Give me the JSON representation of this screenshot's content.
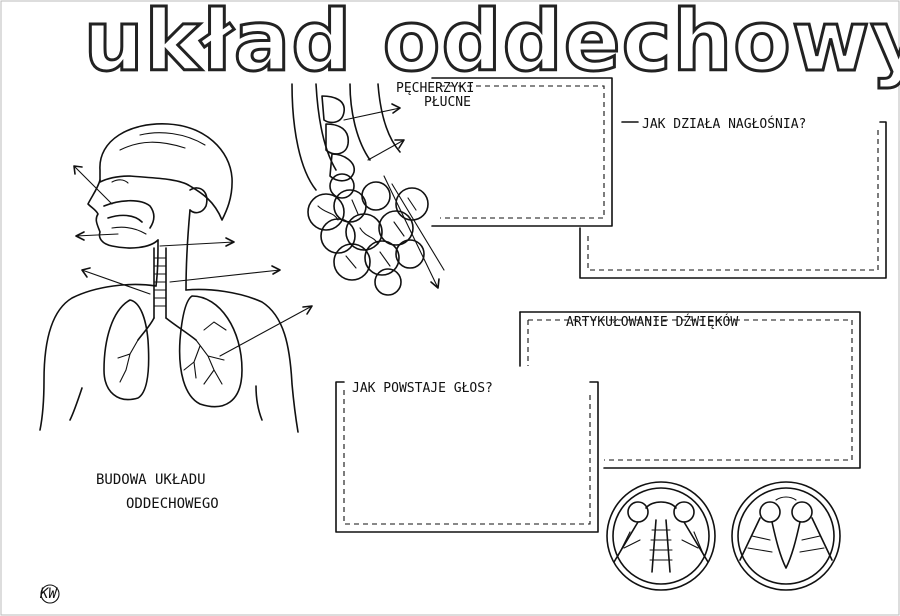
{
  "title": "układ oddechowy",
  "labels": {
    "alveoli_line1": "PĘCHERZYKI",
    "alveoli_line2": "PŁUCNE",
    "epiglottis_question": "JAK DZIAŁA NAGŁOŚNIA?",
    "articulation": "ARTYKUŁOWANIE DŹWIĘKÓW",
    "voice_question": "JAK POWSTAJE GŁOS?",
    "caption_line1": "BUDOWA UKŁADU",
    "caption_line2": "ODDECHOWEGO"
  },
  "signature": "KW",
  "colors": {
    "ink": "#111111",
    "paper": "#ffffff"
  }
}
